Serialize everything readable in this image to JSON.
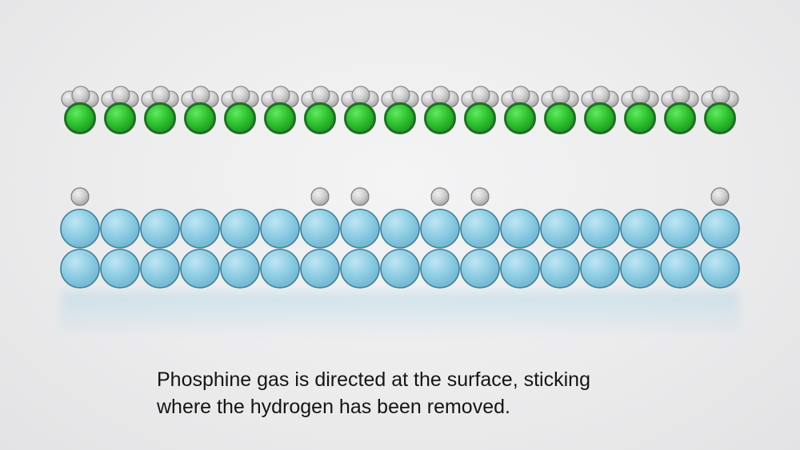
{
  "caption": {
    "line1": "Phosphine gas is directed at the surface, sticking",
    "line2": "where the hydrogen has been removed."
  },
  "scene": {
    "phosphine_molecule_count": 17,
    "surface_columns": 17,
    "surface_rows": 2,
    "hydrogen_terminated_columns": [
      0,
      6,
      7,
      9,
      10,
      16
    ],
    "colors": {
      "phosphorus": "#2ec12e",
      "phosphorus_outline": "#1d6e24",
      "hydrogen": "#c9c9c9",
      "hydrogen_outline": "#7d7d7d",
      "silicon": "#8dcde3",
      "silicon_outline": "#3d7f9c"
    }
  }
}
